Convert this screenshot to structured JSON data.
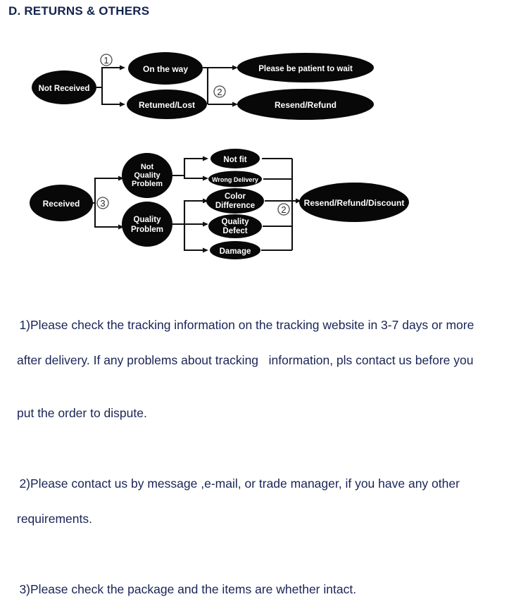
{
  "page": {
    "title": "D. RETURNS & OTHERS",
    "title_color": "#14244e",
    "text_color": "#1a2456",
    "node_fill": "#080808",
    "node_text_color": "#ffffff"
  },
  "diagram": {
    "chart1": {
      "name": "not-received-flow",
      "nodes": [
        {
          "id": "not-received",
          "label": "Not Received"
        },
        {
          "id": "on-the-way",
          "label": "On the way"
        },
        {
          "id": "returned-lost",
          "label": "Retumed/Lost"
        },
        {
          "id": "please-wait",
          "label": "Please be patient to wait"
        },
        {
          "id": "resend-refund",
          "label": "Resend/Refund"
        }
      ],
      "markers": [
        {
          "id": "marker-1",
          "label": "1"
        },
        {
          "id": "marker-2",
          "label": "2"
        }
      ]
    },
    "chart2": {
      "name": "received-flow",
      "nodes": [
        {
          "id": "received",
          "label": "Received"
        },
        {
          "id": "not-quality-problem",
          "label": "Not\nQuality\nProblem",
          "lines": [
            "Not",
            "Quality",
            "Problem"
          ]
        },
        {
          "id": "quality-problem",
          "label": "Quality\nProblem",
          "lines": [
            "Quality",
            "Problem"
          ]
        },
        {
          "id": "not-fit",
          "label": "Not fit"
        },
        {
          "id": "wrong-delivery",
          "label": "Wrong Delivery"
        },
        {
          "id": "color-difference",
          "label": "Color\nDifference",
          "lines": [
            "Color",
            "Difference"
          ]
        },
        {
          "id": "quality-defect",
          "label": "Quality\nDefect",
          "lines": [
            "Quality",
            "Defect"
          ]
        },
        {
          "id": "damage",
          "label": "Damage"
        },
        {
          "id": "resend-refund-discount",
          "label": "Resend/Refund/Discount"
        }
      ],
      "markers": [
        {
          "id": "marker-3",
          "label": "3"
        },
        {
          "id": "marker-2b",
          "label": "2"
        }
      ]
    }
  },
  "notes": [
    {
      "id": "note-1",
      "line1": "1)Please check the tracking information on the tracking website in 3-7 days or more",
      "line2": "after delivery. If any problems about tracking   information, pls contact us before you",
      "line3": "put the order to dispute."
    },
    {
      "id": "note-2",
      "line1": "2)Please contact us by message ,e-mail, or trade manager, if you have any other",
      "line2": "requirements."
    },
    {
      "id": "note-3",
      "line1": "3)Please check the package and the items are whether intact."
    }
  ]
}
